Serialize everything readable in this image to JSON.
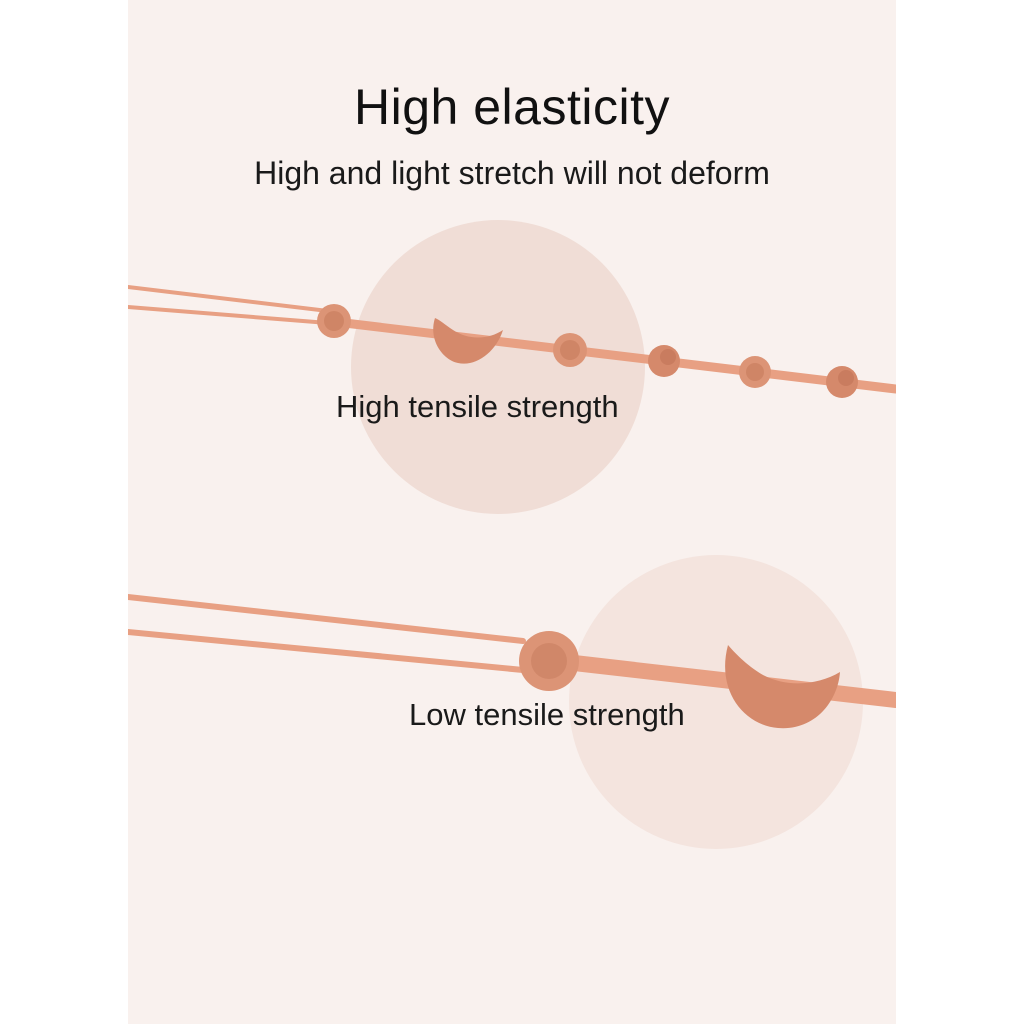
{
  "colors": {
    "panel_background": "#f9f1ee",
    "circle": "#f0ddd6",
    "strap": "#e8a083",
    "bead": "#d98e72"
  },
  "heading": {
    "title": "High elasticity",
    "subtitle": "High and light stretch will not deform"
  },
  "examples": [
    {
      "label": "High tensile strength"
    },
    {
      "label": "Low tensile strength"
    }
  ]
}
